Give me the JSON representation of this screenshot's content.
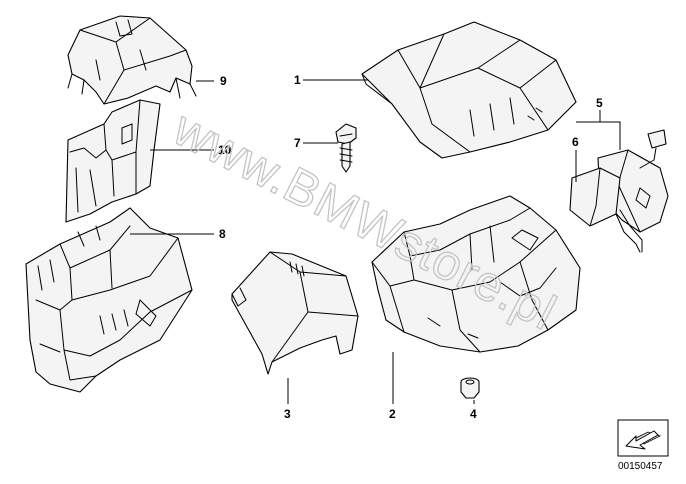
{
  "watermark": "www.BMWstore.pl",
  "diagram_id": "00150457",
  "callouts": [
    {
      "id": "9",
      "label": "9"
    },
    {
      "id": "10",
      "label": "10"
    },
    {
      "id": "8",
      "label": "8"
    },
    {
      "id": "1",
      "label": "1"
    },
    {
      "id": "7",
      "label": "7"
    },
    {
      "id": "5",
      "label": "5"
    },
    {
      "id": "6",
      "label": "6"
    },
    {
      "id": "3",
      "label": "3"
    },
    {
      "id": "2",
      "label": "2"
    },
    {
      "id": "4",
      "label": "4"
    }
  ],
  "icons": {
    "corner": "arrow-nav-icon"
  }
}
